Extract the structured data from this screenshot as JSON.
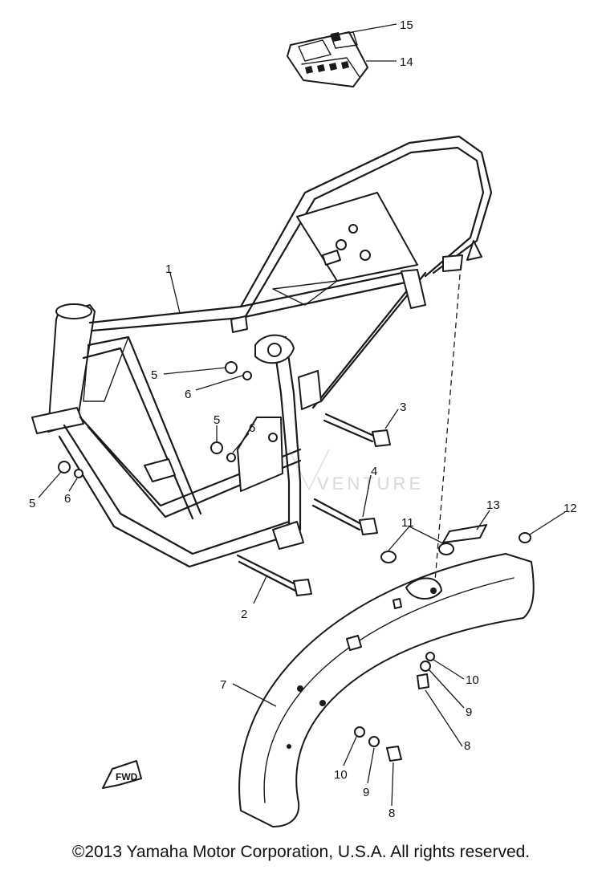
{
  "callouts": {
    "c1": "1",
    "c2": "2",
    "c3": "3",
    "c4": "4",
    "c5a": "5",
    "c5b": "5",
    "c5c": "5",
    "c6a": "6",
    "c6b": "6",
    "c6c": "6",
    "c7": "7",
    "c8a": "8",
    "c8b": "8",
    "c9a": "9",
    "c9b": "9",
    "c10a": "10",
    "c10b": "10",
    "c11": "11",
    "c12": "12",
    "c13": "13",
    "c14": "14",
    "c15": "15"
  },
  "watermark": "VENTURE",
  "arrow_label": "FWD",
  "copyright": "©2013 Yamaha Motor Corporation, U.S.A. All rights reserved.",
  "colors": {
    "ink": "#1a1a1a",
    "background": "#ffffff",
    "watermark": "#d9d9d9"
  }
}
